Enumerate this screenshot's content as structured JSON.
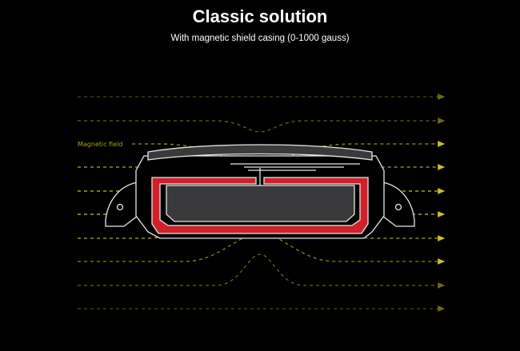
{
  "title": "Classic solution",
  "subtitle": "With magnetic shield casing (0-1000 gauss)",
  "diagram": {
    "field_label": "Magnetic field",
    "colors": {
      "field": "#c8c21e",
      "shield": "#d0202a",
      "outline": "#e6e6e6",
      "body": "#3a3a3c",
      "background": "#000000"
    }
  }
}
